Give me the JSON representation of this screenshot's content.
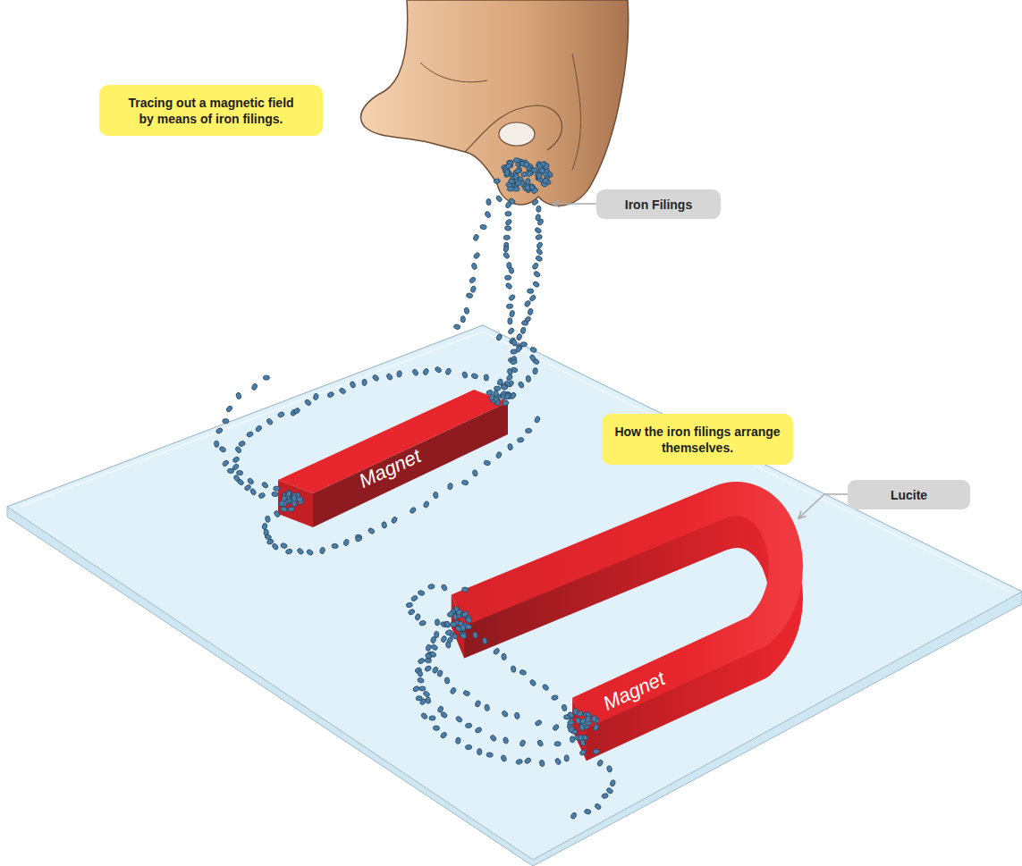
{
  "diagram": {
    "nodes": [
      {
        "text": [
          "Tracing out a magnetic field by means of iron filings."
        ]
      },
      {
        "text": [
          "Iron Filings"
        ]
      },
      {
        "text": [
          "How the iron filings arrange themselves."
        ]
      },
      {
        "text": [
          "Lucite"
        ]
      }
    ],
    "labels": [
      "Magnet",
      "Magnet"
    ]
  }
}
